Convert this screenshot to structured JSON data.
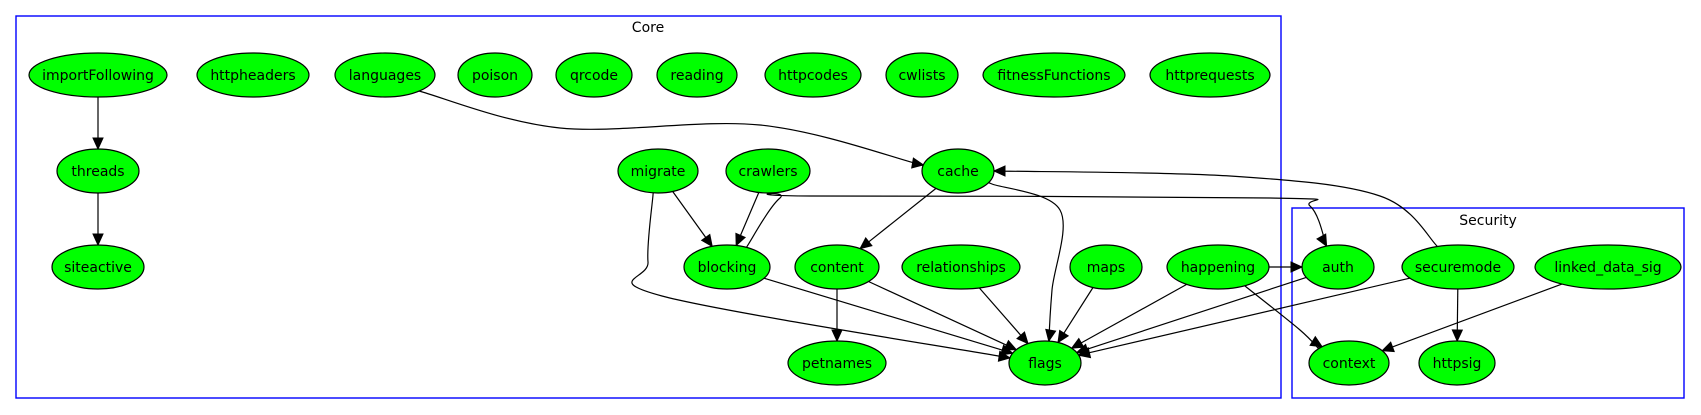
{
  "diagram": {
    "node_color": "#00ff00",
    "cluster_color": "#0000ff",
    "clusters": [
      {
        "id": "core",
        "label": "Core"
      },
      {
        "id": "security",
        "label": "Security"
      }
    ],
    "nodes": [
      {
        "id": "importFollowing",
        "label": "importFollowing",
        "cluster": "core"
      },
      {
        "id": "httpheaders",
        "label": "httpheaders",
        "cluster": "core"
      },
      {
        "id": "languages",
        "label": "languages",
        "cluster": "core"
      },
      {
        "id": "poison",
        "label": "poison",
        "cluster": "core"
      },
      {
        "id": "qrcode",
        "label": "qrcode",
        "cluster": "core"
      },
      {
        "id": "reading",
        "label": "reading",
        "cluster": "core"
      },
      {
        "id": "httpcodes",
        "label": "httpcodes",
        "cluster": "core"
      },
      {
        "id": "cwlists",
        "label": "cwlists",
        "cluster": "core"
      },
      {
        "id": "fitnessFunctions",
        "label": "fitnessFunctions",
        "cluster": "core"
      },
      {
        "id": "httprequests",
        "label": "httprequests",
        "cluster": "core"
      },
      {
        "id": "threads",
        "label": "threads",
        "cluster": "core"
      },
      {
        "id": "siteactive",
        "label": "siteactive",
        "cluster": "core"
      },
      {
        "id": "migrate",
        "label": "migrate",
        "cluster": "core"
      },
      {
        "id": "crawlers",
        "label": "crawlers",
        "cluster": "core"
      },
      {
        "id": "cache",
        "label": "cache",
        "cluster": "core"
      },
      {
        "id": "blocking",
        "label": "blocking",
        "cluster": "core"
      },
      {
        "id": "content",
        "label": "content",
        "cluster": "core"
      },
      {
        "id": "relationships",
        "label": "relationships",
        "cluster": "core"
      },
      {
        "id": "maps",
        "label": "maps",
        "cluster": "core"
      },
      {
        "id": "happening",
        "label": "happening",
        "cluster": "core"
      },
      {
        "id": "petnames",
        "label": "petnames",
        "cluster": "core"
      },
      {
        "id": "flags",
        "label": "flags",
        "cluster": "core"
      },
      {
        "id": "auth",
        "label": "auth",
        "cluster": "security"
      },
      {
        "id": "securemode",
        "label": "securemode",
        "cluster": "security"
      },
      {
        "id": "linked_data_sig",
        "label": "linked_data_sig",
        "cluster": "security"
      },
      {
        "id": "context",
        "label": "context",
        "cluster": "security"
      },
      {
        "id": "httpsig",
        "label": "httpsig",
        "cluster": "security"
      }
    ],
    "edges": [
      {
        "from": "importFollowing",
        "to": "threads"
      },
      {
        "from": "threads",
        "to": "siteactive"
      },
      {
        "from": "languages",
        "to": "cache"
      },
      {
        "from": "migrate",
        "to": "blocking"
      },
      {
        "from": "migrate",
        "to": "flags"
      },
      {
        "from": "crawlers",
        "to": "blocking"
      },
      {
        "from": "cache",
        "to": "content"
      },
      {
        "from": "cache",
        "to": "flags"
      },
      {
        "from": "blocking",
        "to": "auth"
      },
      {
        "from": "blocking",
        "to": "flags"
      },
      {
        "from": "content",
        "to": "petnames"
      },
      {
        "from": "content",
        "to": "flags"
      },
      {
        "from": "relationships",
        "to": "flags"
      },
      {
        "from": "maps",
        "to": "flags"
      },
      {
        "from": "happening",
        "to": "auth"
      },
      {
        "from": "happening",
        "to": "flags"
      },
      {
        "from": "happening",
        "to": "context"
      },
      {
        "from": "auth",
        "to": "flags"
      },
      {
        "from": "securemode",
        "to": "cache"
      },
      {
        "from": "securemode",
        "to": "flags"
      },
      {
        "from": "securemode",
        "to": "httpsig"
      },
      {
        "from": "linked_data_sig",
        "to": "context"
      }
    ]
  }
}
